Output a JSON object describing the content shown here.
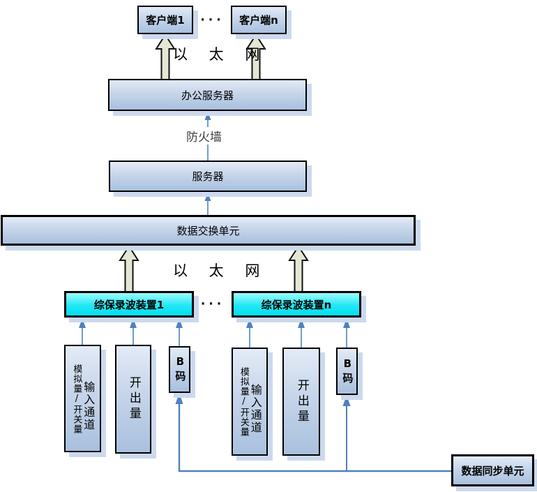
{
  "nodes": {
    "client_1": "客户端1",
    "client_n": "客户端n",
    "office_server": "办公服务器",
    "server": "服务器",
    "data_exchange_unit": "数据交换单元",
    "recorder_1": "综保录波装置1",
    "recorder_n": "综保录波装置n",
    "data_sync_unit": "数据同步单元"
  },
  "labels": {
    "ethernet_top": "以 太 网",
    "ethernet_mid": "以 太 网",
    "firewall": "防火墙",
    "dots_top": "···",
    "dots_mid": "···"
  },
  "io_left": {
    "analog_switch": "模拟量/开关量",
    "input_channel": "输入通道",
    "output": "开出量",
    "b_code": "B码"
  },
  "io_right": {
    "analog_switch": "模拟量/开关量",
    "input_channel": "输入通道",
    "output": "开出量",
    "b_code": "B码"
  },
  "colors": {
    "connector_blue": "#4f81bd",
    "hollow_arrow_fill": "#e5e7d4",
    "node_fill_top": "#e3ebf6",
    "node_fill_bottom": "#a9c0de",
    "recorder_cyan": "#00dff0",
    "shadow": "#ccd9ed",
    "border": "#000000"
  }
}
